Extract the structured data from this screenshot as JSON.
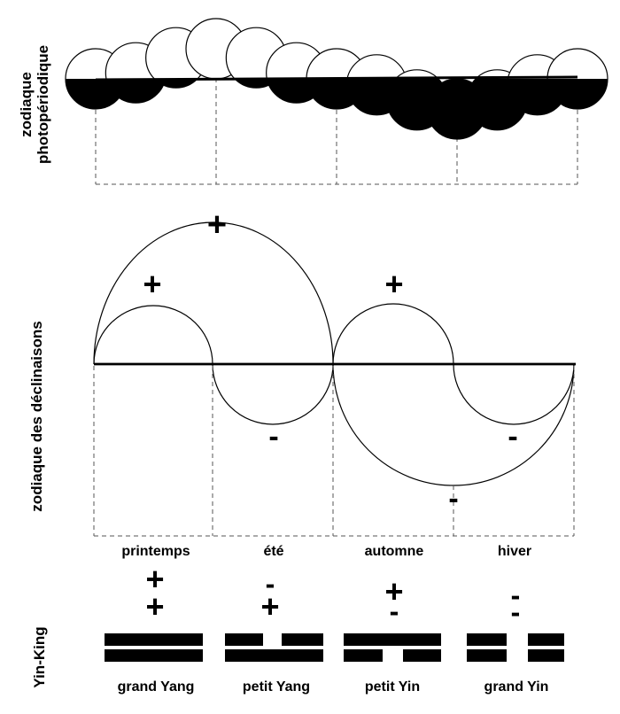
{
  "labels": {
    "photoperiodic_line1": "zodiaque",
    "photoperiodic_line2": "photopériodique",
    "declinations": "zodiaque des déclinaisons",
    "yinking": "Yin-King"
  },
  "seasons": [
    "printemps",
    "été",
    "automne",
    "hiver"
  ],
  "signs": {
    "big_arc_top": "+",
    "spring_arc": "+",
    "summer_arc": "-",
    "autumn_arc": "+",
    "big_arc_bottom": "-",
    "winter_arc": "-"
  },
  "trigrams": [
    {
      "name": "grand Yang",
      "signs": [
        "+",
        "+"
      ],
      "top_line": "solid",
      "bottom_line": "solid"
    },
    {
      "name": "petit Yang",
      "signs": [
        "-",
        "+"
      ],
      "top_line": "broken",
      "bottom_line": "solid"
    },
    {
      "name": "petit Yin",
      "signs": [
        "+",
        "-"
      ],
      "top_line": "solid",
      "bottom_line": "broken"
    },
    {
      "name": "grand Yin",
      "signs": [
        "-",
        "-"
      ],
      "top_line": "broken",
      "bottom_line": "broken"
    }
  ],
  "moon_phases_dark_fraction": [
    0.5,
    0.4,
    0.15,
    0.0,
    0.15,
    0.4,
    0.5,
    0.6,
    0.85,
    1.0,
    0.85,
    0.6,
    0.5
  ]
}
